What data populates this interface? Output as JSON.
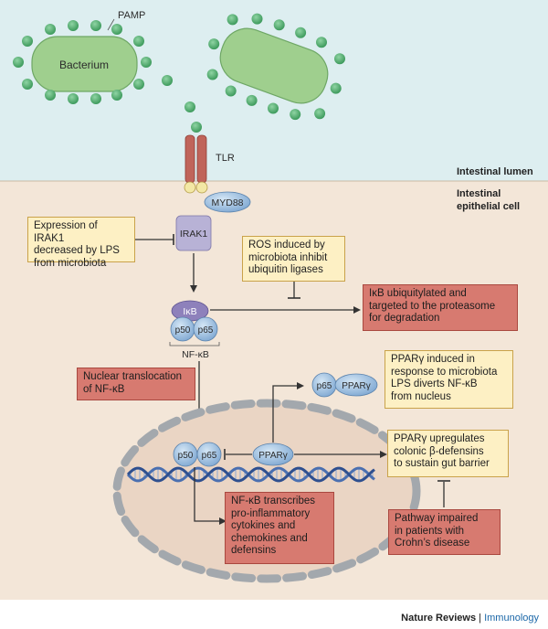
{
  "zones": {
    "lumen": "Intestinal lumen",
    "epithelial_line1": "Intestinal",
    "epithelial_line2": "epithelial cell"
  },
  "labels": {
    "pamp": "PAMP",
    "bacterium": "Bacterium",
    "tlr": "TLR",
    "myd88": "MYD88",
    "irak1": "IRAK1",
    "ikb": "IκB",
    "p50": "p50",
    "p65": "p65",
    "nfkb": "NF-κB",
    "ppar": "PPARγ",
    "p65_nuc": "p65",
    "p50_nuc": "p50",
    "ppar_nuc": "PPARγ"
  },
  "boxes": {
    "irak_expression": [
      "Expression of IRAK1",
      "decreased by LPS",
      "from microbiota"
    ],
    "ros": [
      "ROS induced by",
      "microbiota inhibit",
      "ubiquitin ligases"
    ],
    "ikb_ubiq": [
      "IκB ubiquitylated and",
      "targeted to the proteasome",
      "for degradation"
    ],
    "nuclear_translocation": [
      "Nuclear translocation",
      "of NF-κB"
    ],
    "ppar_induced": [
      "PPARγ induced in",
      "response to microbiota",
      "LPS diverts NF-κB",
      "from nucleus"
    ],
    "ppar_upregulates": [
      "PPARγ upregulates",
      "colonic β-defensins",
      "to sustain gut barrier"
    ],
    "pathway_impaired": [
      "Pathway impaired",
      "in patients with",
      "Crohn’s disease"
    ],
    "nfkb_transcribes": [
      "NF-κB transcribes",
      "pro-inflammatory",
      "cytokines and",
      "chemokines and",
      "defensins"
    ]
  },
  "footer": {
    "publisher": "Nature Reviews",
    "separator": "|",
    "journal": "Immunology"
  },
  "colors": {
    "lumen_bg": "#ddeef0",
    "cell_bg": "#f3e6d8",
    "bacterium": "#9fcf8e",
    "pamp_bead": "#58b174",
    "tlr": "#c0645a",
    "protein_blue": "#a9c9e6",
    "ikb_purple": "#8e81bb",
    "irak_purple": "#b8b2d6",
    "yellow_box": "#fdf0c4",
    "red_box": "#d77a70",
    "nucleus": "#ead5c4",
    "dna": "#5a7bb8"
  }
}
